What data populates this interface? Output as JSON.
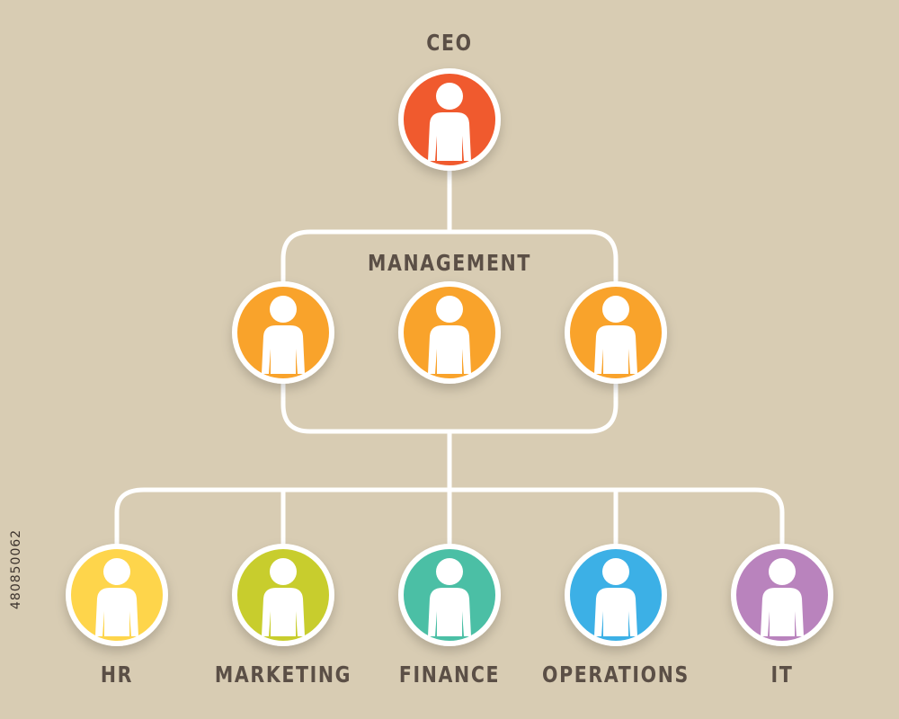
{
  "colors": {
    "background": "#d8ccb3",
    "connector": "#ffffff",
    "text": "#5b4f46"
  },
  "nodes": {
    "ceo": {
      "label": "CEO",
      "color": "#f05a2e",
      "icon": "person-icon"
    },
    "management": [
      {
        "color": "#f9a32b",
        "icon": "person-icon"
      },
      {
        "color": "#f9a32b",
        "icon": "person-icon"
      },
      {
        "color": "#f9a32b",
        "icon": "person-icon"
      }
    ],
    "departments": [
      {
        "label": "HR",
        "color": "#fed54b",
        "icon": "person-icon"
      },
      {
        "label": "MARKETING",
        "color": "#c8cd2d",
        "icon": "person-icon"
      },
      {
        "label": "FINANCE",
        "color": "#4bbfa5",
        "icon": "person-icon"
      },
      {
        "label": "OPERATIONS",
        "color": "#3cb0e6",
        "icon": "person-icon"
      },
      {
        "label": "IT",
        "color": "#b983bd",
        "icon": "person-icon"
      }
    ]
  },
  "group_label": "MANAGEMENT",
  "side_text": "480850062"
}
